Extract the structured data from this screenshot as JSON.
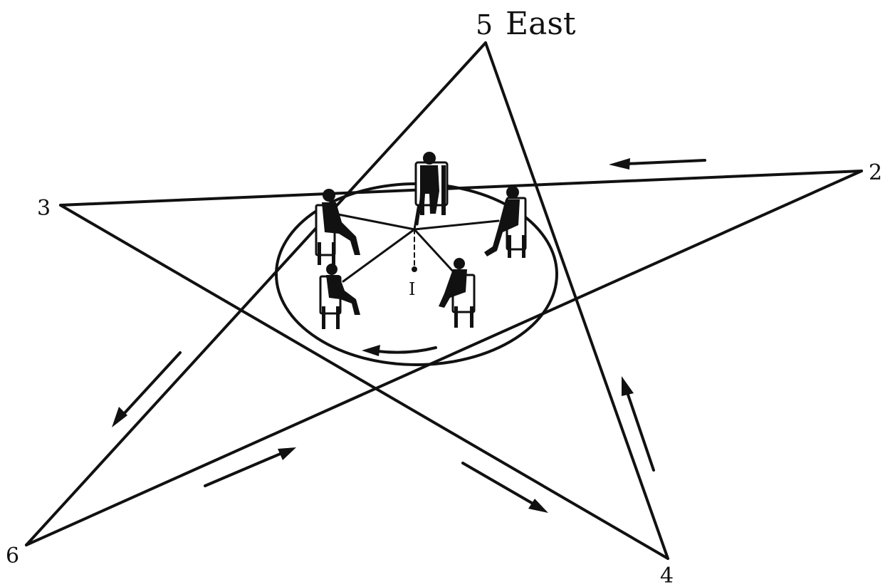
{
  "points": {
    "p5": "5",
    "p5_direction": "East",
    "p2": "2",
    "p3": "3",
    "p4": "4",
    "p6": "6",
    "center": "I"
  },
  "colors": {
    "ink": "#111111",
    "background": "#ffffff"
  }
}
